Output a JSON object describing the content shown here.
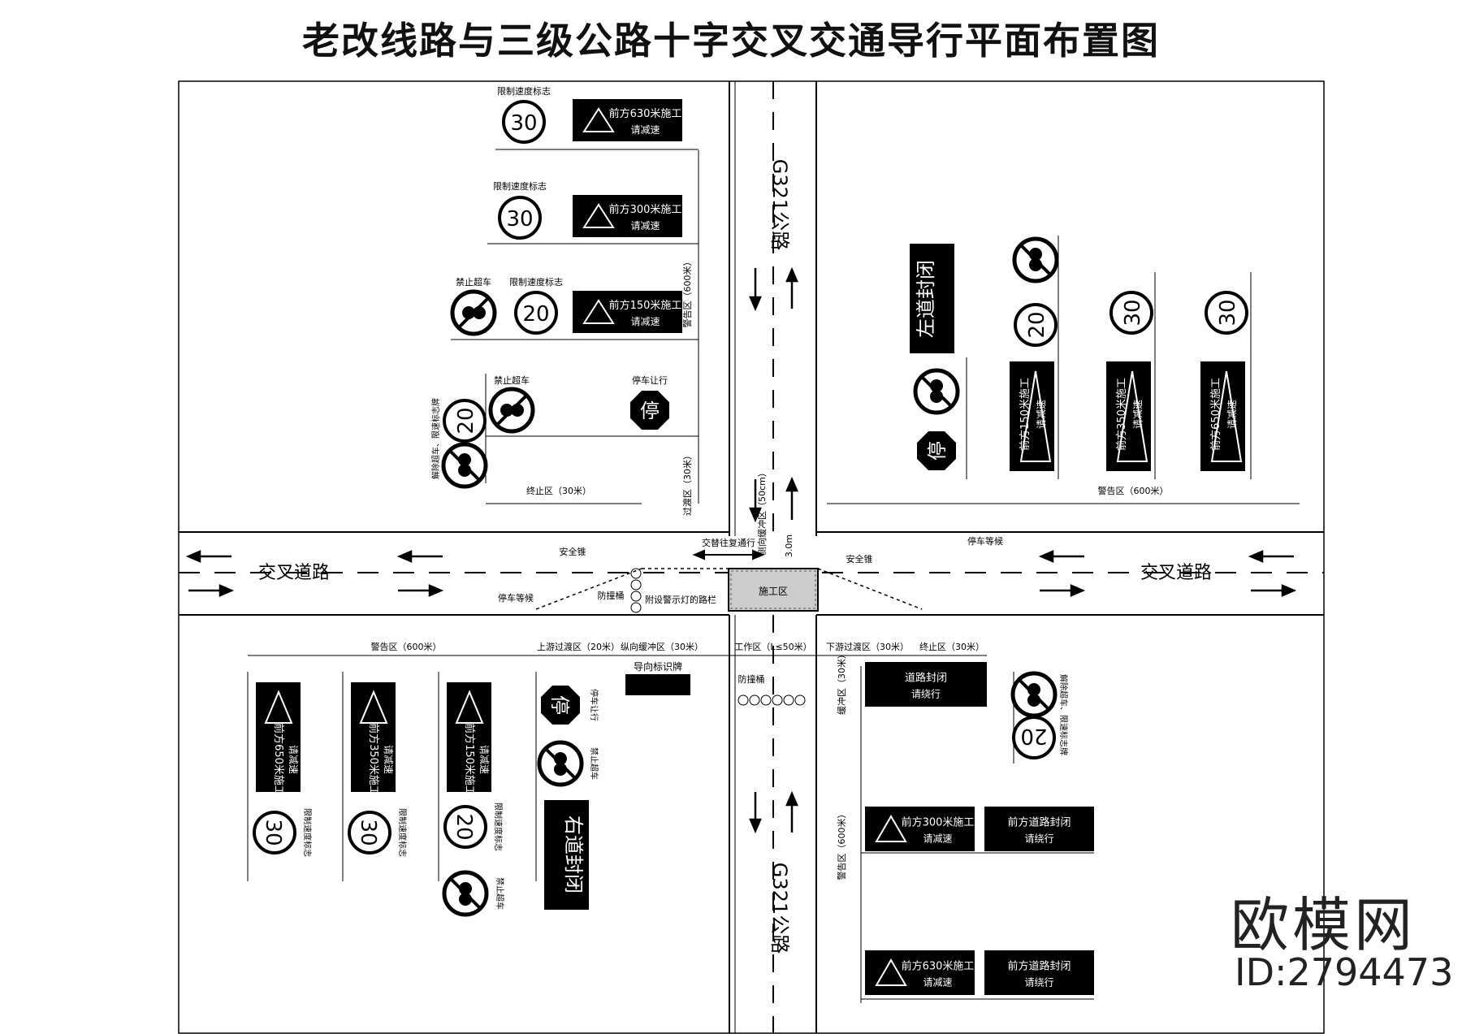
{
  "title": "老改线路与三级公路十字交叉交通导行平面布置图",
  "brand": {
    "name": "欧模网",
    "id": "ID:2794473"
  },
  "roads": {
    "main": "G321公路",
    "cross": "交叉道路"
  },
  "zones": {
    "warning_600": "警告区（600米）",
    "warning_600_short": "警告区（600米）",
    "transition_up_20": "上游过渡区（20米）",
    "buffer_long_30": "纵向缓冲区（30米）",
    "work_50": "工作区（L≤50米）",
    "transition_down_30": "下游过渡区（30米）",
    "end_30": "终止区（30米）",
    "buffer_30": "缓冲区（30米）",
    "transition_30": "过渡区（30米）",
    "buffer_lat_50": "侧向缓冲区（50cm）",
    "work_zone": "施工区"
  },
  "labels": {
    "speed_sign": "限制速度标志",
    "no_overtake": "禁止超车",
    "stop_yield": "停车让行",
    "cancel_limits": "解除超车、限速标志牌",
    "safety_cone": "安全锥",
    "anti_crash": "防撞桶",
    "warning_light": "附设警示灯的路栏",
    "guide_sign": "导向标识牌",
    "stop_wait": "停车等候",
    "alt_pass": "交替往复通行",
    "width": "3.0m"
  },
  "signs": {
    "s30": "30",
    "s20": "20",
    "stop": "停",
    "w630": "前方630米施工",
    "w300": "前方300米施工",
    "w150": "前方150米施工",
    "w350": "前方350米施工",
    "w650": "前方650米施工",
    "slow": "请减速",
    "left_closed": "左道封闭",
    "right_closed": "右道封闭",
    "road_closed": "道路封闭",
    "detour": "请绕行",
    "ahead_closed": "前方道路封闭"
  }
}
